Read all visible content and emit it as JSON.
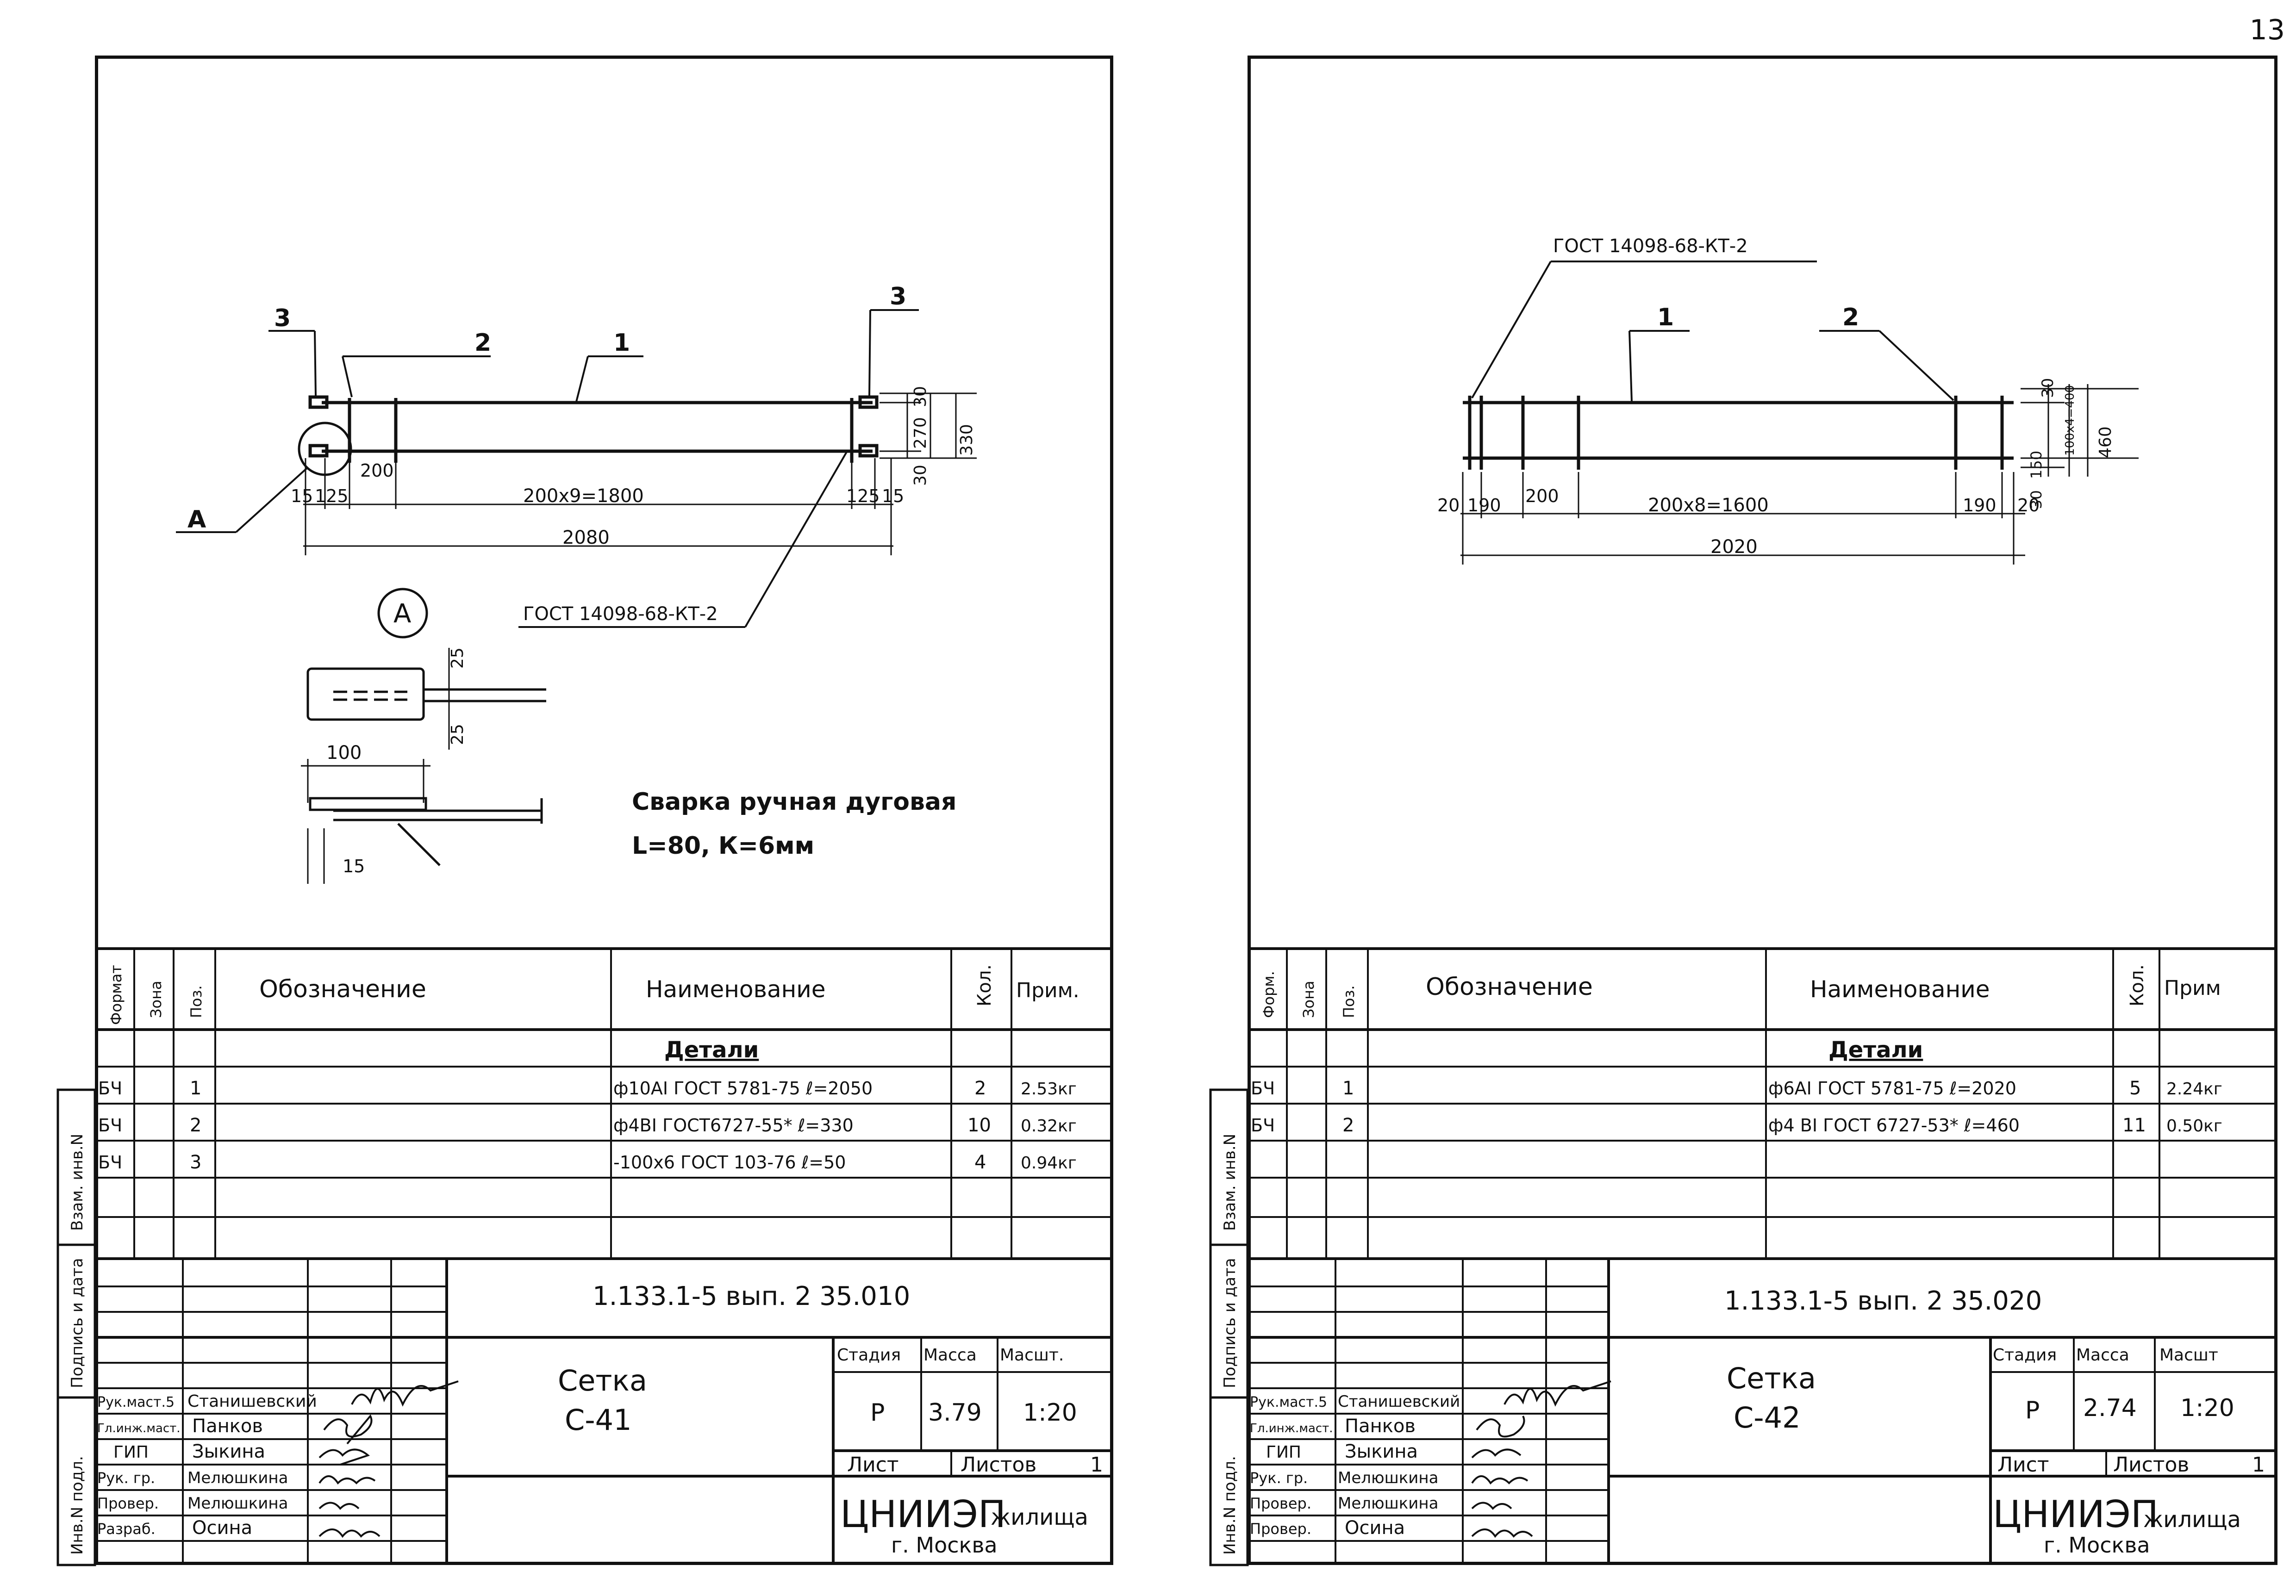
{
  "page_number": "13",
  "sheets": [
    {
      "id": "left",
      "drawing": {
        "pos_labels": {
          "p1": "1",
          "p2": "2",
          "p3a": "3",
          "p3b": "3",
          "a": "A"
        },
        "dims": {
          "spacing": "200x9=1800",
          "total": "2080",
          "d15a": "15",
          "d125a": "125",
          "d200": "200",
          "d125b": "125",
          "d15b": "15",
          "d30top": "30",
          "d270": "270",
          "d330": "330",
          "d30bot": "30"
        },
        "gost_callout": "ГОСТ 14098-68-КТ-2",
        "detail_label": "А",
        "detail_dims": {
          "d25a": "25",
          "d25b": "25",
          "d100": "100",
          "d15": "15"
        },
        "weld_note_1": "Сварка ручная дуговая",
        "weld_note_2": "L=80, К=6мм"
      },
      "spec": {
        "headers": {
          "format": "Формат",
          "zone": "Зона",
          "pos": "Поз.",
          "designation": "Обозначение",
          "name": "Наименование",
          "qty": "Кол.",
          "note": "Прим."
        },
        "section": "Детали",
        "rows": [
          {
            "format": "БЧ",
            "pos": "1",
            "name": "ф10АI ГОСТ 5781-75 ℓ=2050",
            "qty": "2",
            "note": "2.53кг"
          },
          {
            "format": "БЧ",
            "pos": "2",
            "name": "ф4ВI ГОСТ6727-55* ℓ=330",
            "qty": "10",
            "note": "0.32кг"
          },
          {
            "format": "БЧ",
            "pos": "3",
            "name": "-100х6 ГОСТ 103-76 ℓ=50",
            "qty": "4",
            "note": "0.94кг"
          }
        ]
      },
      "title_block": {
        "doc_code": "1.133.1-5 вып. 2 35.010",
        "title_1": "Сетка",
        "title_2": "С-41",
        "stage_label": "Стадия",
        "mass_label": "Масса",
        "scale_label": "Масшт.",
        "stage": "Р",
        "mass": "3.79",
        "scale": "1:20",
        "sheet_label": "Лист",
        "sheets_label": "Листов",
        "sheets_count": "1",
        "org_1": "ЦНИИЭП",
        "org_2": "жилища",
        "org_city": "г. Москва",
        "people": [
          {
            "role": "Рук.маст.5",
            "name": "Станишевский"
          },
          {
            "role": "Гл.инж.маст.",
            "name": "Панков"
          },
          {
            "role": "ГИП",
            "name": "Зыкина"
          },
          {
            "role": "Рук. гр.",
            "name": "Мелюшкина"
          },
          {
            "role": "Провер.",
            "name": "Мелюшкина"
          },
          {
            "role": "Разраб.",
            "name": "Осина"
          }
        ]
      },
      "side_stamp": {
        "a": "Взам. инв.N",
        "b": "Подпись и дата",
        "c": "Инв.N подл."
      }
    },
    {
      "id": "right",
      "drawing": {
        "pos_labels": {
          "p1": "1",
          "p2": "2"
        },
        "gost_callout": "ГОСТ 14098-68-КТ-2",
        "dims": {
          "d20a": "20",
          "d190a": "190",
          "d200": "200",
          "spacing": "200x8=1600",
          "d190b": "190",
          "d20b": "20",
          "total": "2020",
          "d30top": "30",
          "d100x4": "100х4=400",
          "d460": "460",
          "d150": "150",
          "d30bot": "30"
        }
      },
      "spec": {
        "headers": {
          "format": "Форм.",
          "zone": "Зона",
          "pos": "Поз.",
          "designation": "Обозначение",
          "name": "Наименование",
          "qty": "Кол.",
          "note": "Прим"
        },
        "section": "Детали",
        "rows": [
          {
            "format": "БЧ",
            "pos": "1",
            "name": "ф6АI ГОСТ 5781-75 ℓ=2020",
            "qty": "5",
            "note": "2.24кг"
          },
          {
            "format": "БЧ",
            "pos": "2",
            "name": "ф4 ВI ГОСТ 6727-53* ℓ=460",
            "qty": "11",
            "note": "0.50кг"
          }
        ]
      },
      "title_block": {
        "doc_code": "1.133.1-5 вып. 2 35.020",
        "title_1": "Сетка",
        "title_2": "С-42",
        "stage_label": "Стадия",
        "mass_label": "Масса",
        "scale_label": "Масшт",
        "stage": "Р",
        "mass": "2.74",
        "scale": "1:20",
        "sheet_label": "Лист",
        "sheets_label": "Листов",
        "sheets_count": "1",
        "org_1": "ЦНИИЭП",
        "org_2": "жилища",
        "org_city": "г. Москва",
        "people": [
          {
            "role": "Рук.маст.5",
            "name": "Станишевский"
          },
          {
            "role": "Гл.инж.маст.",
            "name": "Панков"
          },
          {
            "role": "ГИП",
            "name": "Зыкина"
          },
          {
            "role": "Рук. гр.",
            "name": "Мелюшкина"
          },
          {
            "role": "Провер.",
            "name": "Мелюшкина"
          },
          {
            "role": "Провер.",
            "name": "Осина"
          }
        ]
      },
      "side_stamp": {
        "a": "Взам. инв.N",
        "b": "Подпись и дата",
        "c": "Инв.N подл."
      }
    }
  ]
}
